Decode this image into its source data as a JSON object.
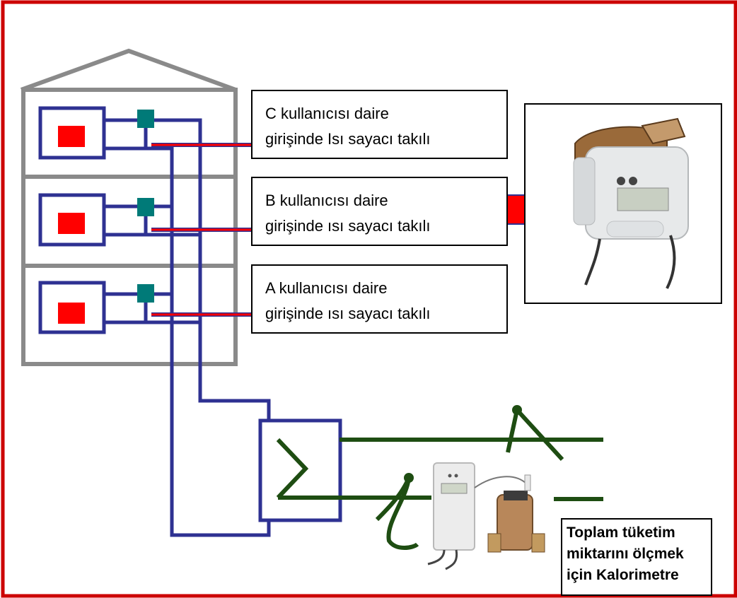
{
  "labels": {
    "user_c": {
      "line1": "C kullanıcısı daire",
      "line2": "girişinde Isı sayacı takılı"
    },
    "user_b": {
      "line1": "B kullanıcısı daire",
      "line2": "girişinde ısı sayacı takılı"
    },
    "user_a": {
      "line1": "A kullanıcısı daire",
      "line2": "girişinde ısı sayacı takılı"
    },
    "total": {
      "line1": "Toplam tüketim",
      "line2": "miktarını ölçmek",
      "line3": "için Kalorimetre"
    }
  },
  "colors": {
    "frame": "#cc0000",
    "building": "#8a8a8a",
    "pipe": "#2e3192",
    "radiator": "#ff0000",
    "meter_node": "#007a78",
    "arrow": "#ff0000",
    "supply_line": "#1e4d12"
  },
  "icons": {
    "heat_meter_photo": "heat-meter-icon",
    "calorimeter_photo": "calorimeter-icon",
    "flow_meter_photo": "water-flow-meter-icon",
    "big_arrow": "arrow-right-icon"
  }
}
